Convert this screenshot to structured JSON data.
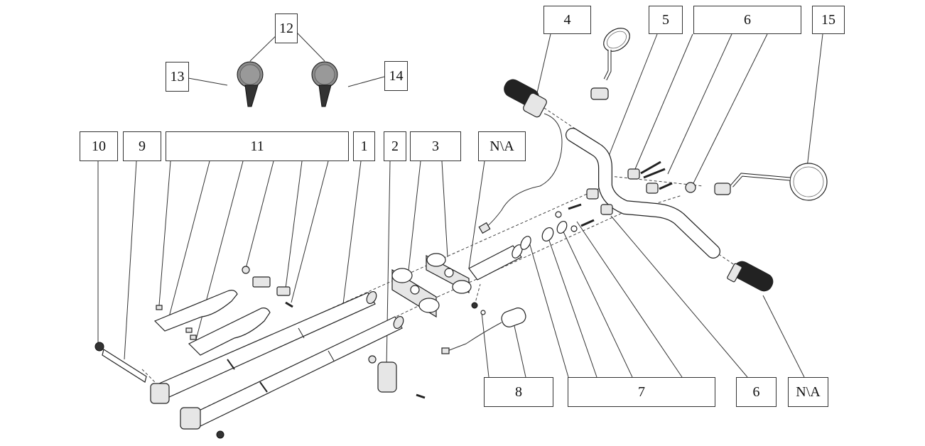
{
  "callouts": {
    "c4": "4",
    "c5": "5",
    "c6_top": "6",
    "c15": "15",
    "c12": "12",
    "c13": "13",
    "c14": "14",
    "c10": "10",
    "c9": "9",
    "c11": "11",
    "c1": "1",
    "c2": "2",
    "c3": "3",
    "cna_top": "N\\A",
    "c8": "8",
    "c7": "7",
    "c6_bottom": "6",
    "cna_bottom": "N\\A"
  },
  "colors": {
    "line": "#333333",
    "part_fill": "#e6e6e6",
    "dark_part": "#333333"
  }
}
